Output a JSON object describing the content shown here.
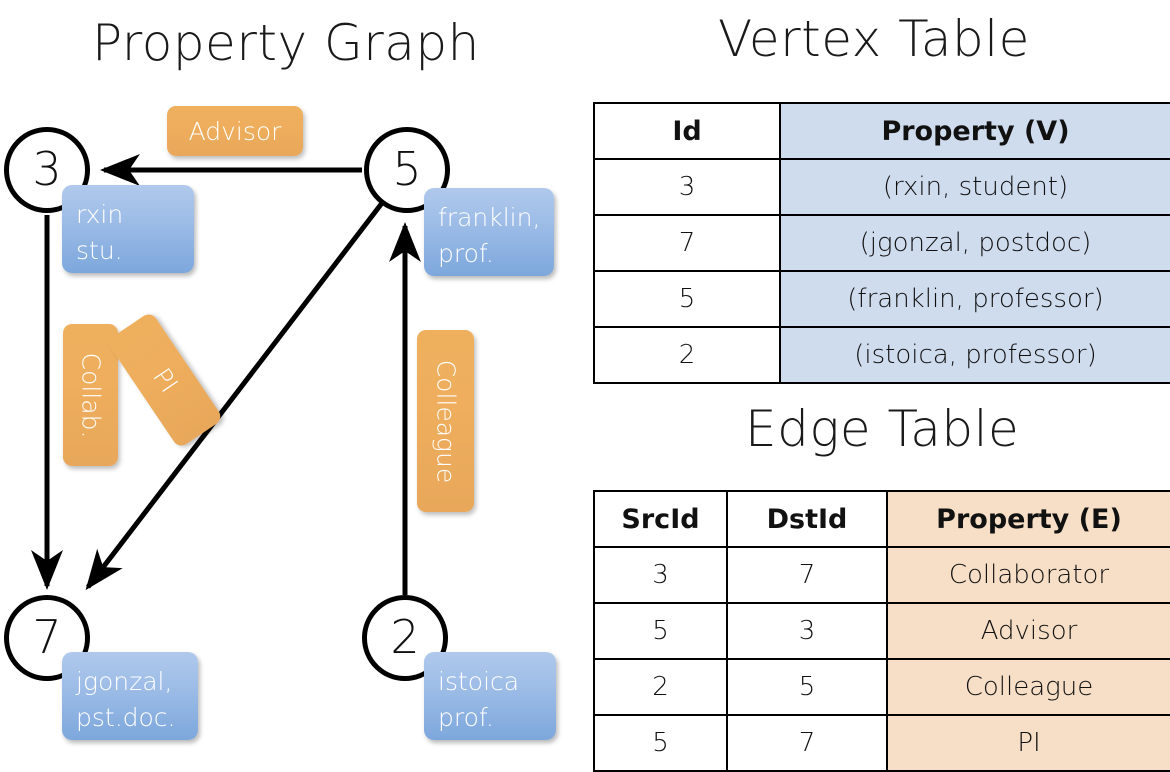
{
  "titles": {
    "property_graph": "Property Graph",
    "vertex_table": "Vertex Table",
    "edge_table": "Edge Table"
  },
  "colors": {
    "vertex_property_fill": "#cfdcee",
    "edge_property_fill": "#f6dfc6",
    "node_box_blue": "#9bbbe6",
    "edge_label_orange": "#eeae5d",
    "outline": "#000000",
    "background": "#ffffff"
  },
  "graph": {
    "nodes": [
      {
        "id": "3",
        "label": "3",
        "property_lines": [
          "rxin",
          "stu."
        ]
      },
      {
        "id": "5",
        "label": "5",
        "property_lines": [
          "franklin,",
          "prof."
        ]
      },
      {
        "id": "7",
        "label": "7",
        "property_lines": [
          "jgonzal,",
          "pst.doc."
        ]
      },
      {
        "id": "2",
        "label": "2",
        "property_lines": [
          "istoica",
          "prof."
        ]
      }
    ],
    "edge_labels": [
      {
        "name": "advisor",
        "text": "Advisor",
        "orientation": "horizontal"
      },
      {
        "name": "collab",
        "text": "Collab.",
        "orientation": "vertical"
      },
      {
        "name": "pi",
        "text": "PI",
        "orientation": "diagonal"
      },
      {
        "name": "colleague",
        "text": "Colleague",
        "orientation": "vertical"
      }
    ],
    "edges": [
      {
        "src": "5",
        "dst": "3",
        "label": "Advisor"
      },
      {
        "src": "3",
        "dst": "7",
        "label": "Collab."
      },
      {
        "src": "5",
        "dst": "7",
        "label": "PI"
      },
      {
        "src": "2",
        "dst": "5",
        "label": "Colleague"
      }
    ]
  },
  "vertex_table": {
    "headers": [
      "Id",
      "Property (V)"
    ],
    "rows": [
      {
        "id": "3",
        "property": "(rxin, student)"
      },
      {
        "id": "7",
        "property": "(jgonzal, postdoc)"
      },
      {
        "id": "5",
        "property": "(franklin, professor)"
      },
      {
        "id": "2",
        "property": "(istoica, professor)"
      }
    ]
  },
  "edge_table": {
    "headers": [
      "SrcId",
      "DstId",
      "Property (E)"
    ],
    "rows": [
      {
        "src": "3",
        "dst": "7",
        "property": "Collaborator"
      },
      {
        "src": "5",
        "dst": "3",
        "property": "Advisor"
      },
      {
        "src": "2",
        "dst": "5",
        "property": "Colleague"
      },
      {
        "src": "5",
        "dst": "7",
        "property": "PI"
      }
    ]
  }
}
